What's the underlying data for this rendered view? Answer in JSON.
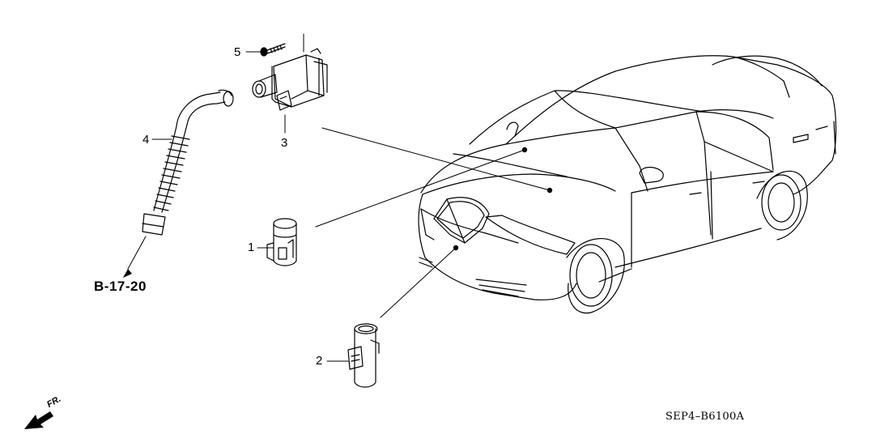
{
  "callouts": {
    "p1": "1",
    "p2": "2",
    "p3": "3",
    "p4": "4",
    "p5": "5"
  },
  "reference": "B-17-20",
  "front_marker": "FR.",
  "diagram_code": "SEP4–B6100A",
  "parts": [
    {
      "id": "1",
      "icon": "sensor-icon"
    },
    {
      "id": "2",
      "icon": "sensor-icon"
    },
    {
      "id": "3",
      "icon": "control-unit-icon"
    },
    {
      "id": "4",
      "icon": "hose-icon"
    },
    {
      "id": "5",
      "icon": "screw-icon"
    }
  ]
}
